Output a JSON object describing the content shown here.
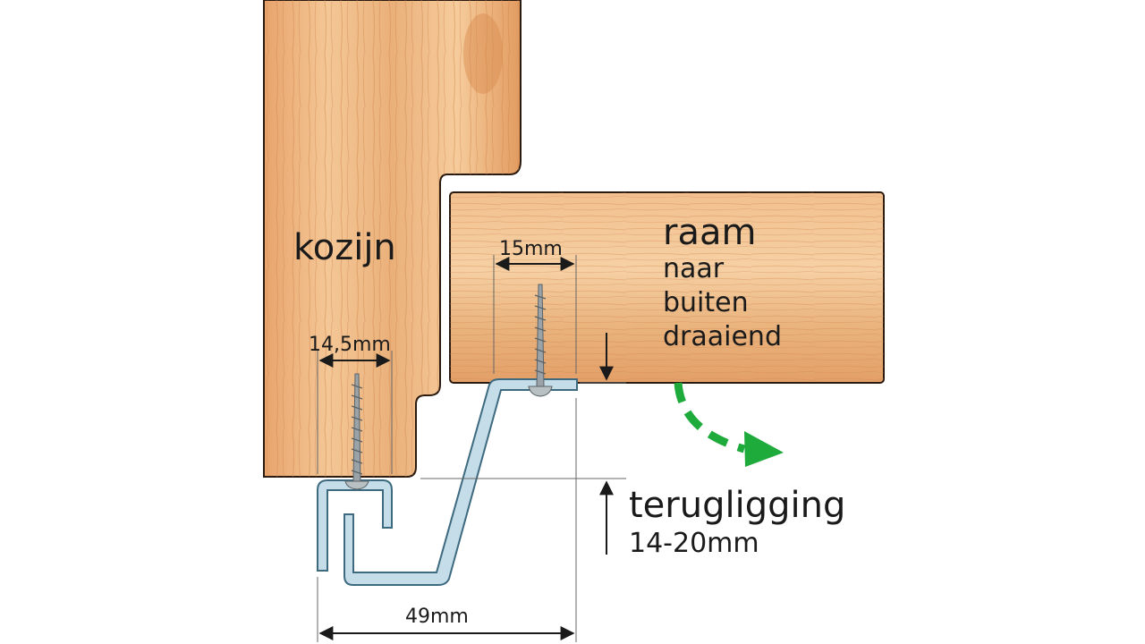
{
  "labels": {
    "frame": "kozijn",
    "sash_title": "raam",
    "sash_line1": "naar",
    "sash_line2": "buiten",
    "sash_line3": "draaiend",
    "setback_title": "terugligging",
    "setback_range": "14-20mm"
  },
  "dimensions": {
    "frame_screw": "14,5mm",
    "sash_screw": "15mm",
    "overall_width": "49mm"
  },
  "colors": {
    "wood_light": "#f2c08e",
    "wood_mid": "#e6a06a",
    "wood_dark": "#c97840",
    "profile_fill": "#c5dde8",
    "profile_stroke": "#3e6a80",
    "arrow_green": "#1faa3c"
  },
  "icons": {
    "screw_frame": "screw-icon",
    "screw_sash": "screw-icon",
    "opening_arrow": "curved-arrow-icon"
  }
}
